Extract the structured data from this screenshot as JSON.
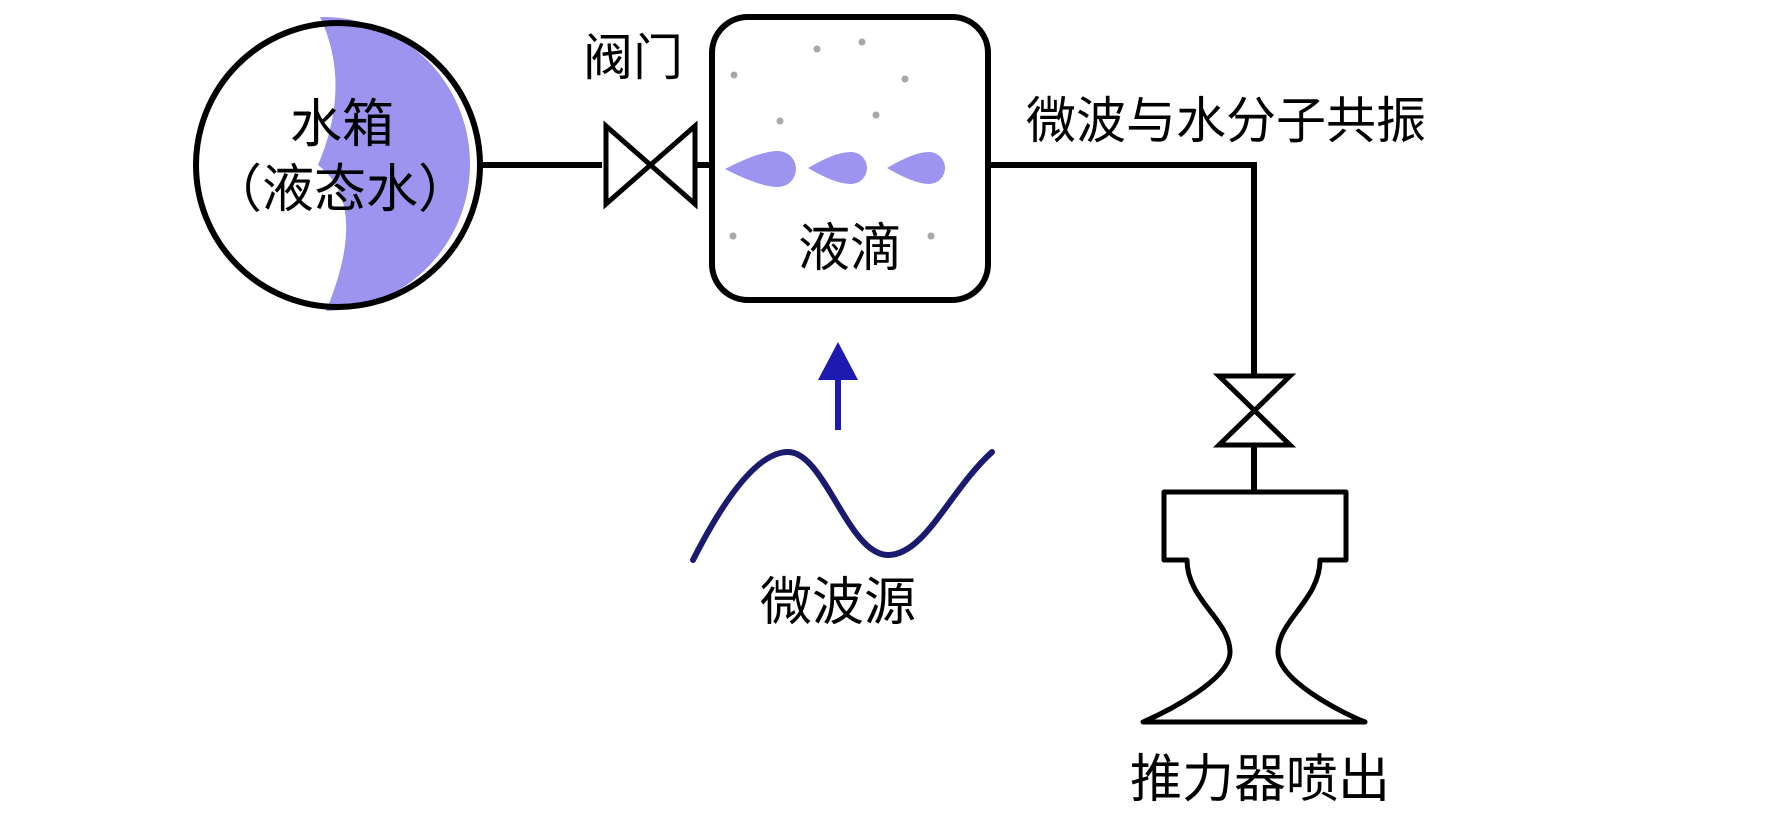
{
  "labels": {
    "tank_line1": "水箱",
    "tank_line2": "（液态水）",
    "valve": "阀门",
    "droplets": "液滴",
    "resonance": "微波与水分子共振",
    "microwave_source": "微波源",
    "thruster_output": "推力器喷出"
  },
  "colors": {
    "line": "#000000",
    "water": "#9c94ef",
    "arrow": "#1c1ab0",
    "wave": "#1a1a6e",
    "dots": "#a8a8a8"
  }
}
